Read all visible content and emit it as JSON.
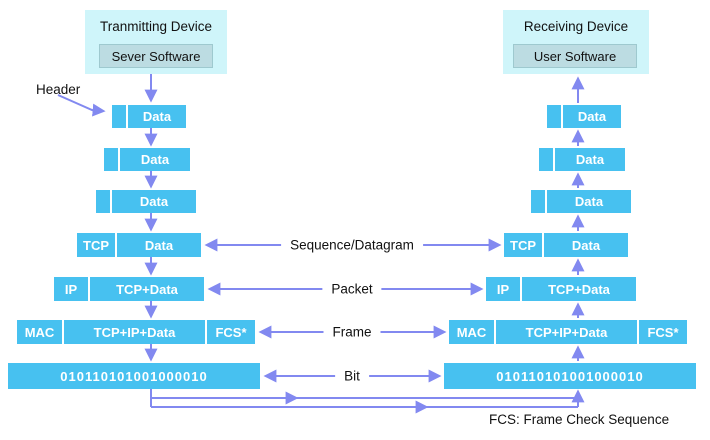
{
  "transmitter": {
    "device": "Tranmitting Device",
    "software": "Sever Software"
  },
  "receiver": {
    "device": "Receiving Device",
    "software": "User Software"
  },
  "header_label": "Header",
  "rows": {
    "r1": {
      "data": "Data"
    },
    "r2": {
      "data": "Data"
    },
    "r3": {
      "data": "Data"
    },
    "r4": {
      "proto": "TCP",
      "data": "Data"
    },
    "r5": {
      "proto": "IP",
      "data": "TCP+Data"
    },
    "r6": {
      "mac": "MAC",
      "data": "TCP+IP+Data",
      "fcs": "FCS*"
    },
    "r7": {
      "bits": "010110101001000010"
    }
  },
  "middle_labels": {
    "sequence": "Sequence/Datagram",
    "packet": "Packet",
    "frame": "Frame",
    "bit": "Bit"
  },
  "footnote": "FCS: Frame Check Sequence",
  "colors": {
    "box_blue": "#47C1F0",
    "arrow_purple": "#8289F0",
    "device_bg": "#CFF5FA",
    "software_bg": "#BCDCE2"
  }
}
